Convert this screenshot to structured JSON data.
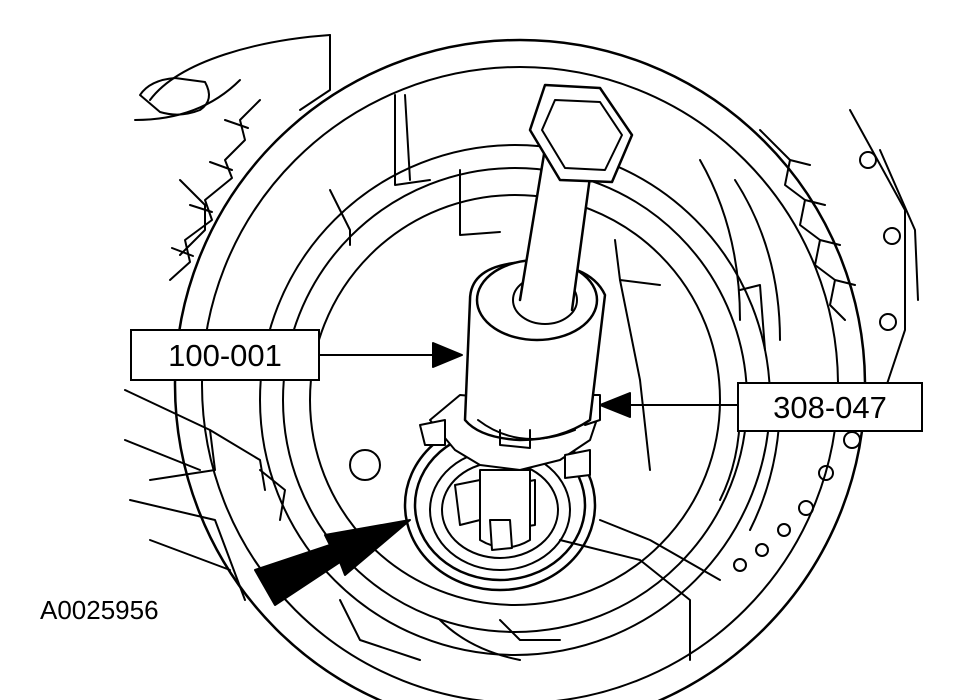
{
  "figure": {
    "id_label": "A0025956"
  },
  "callouts": {
    "tool_left": "100-001",
    "tool_right": "308-047"
  },
  "colors": {
    "line": "#000000",
    "background": "#ffffff"
  }
}
